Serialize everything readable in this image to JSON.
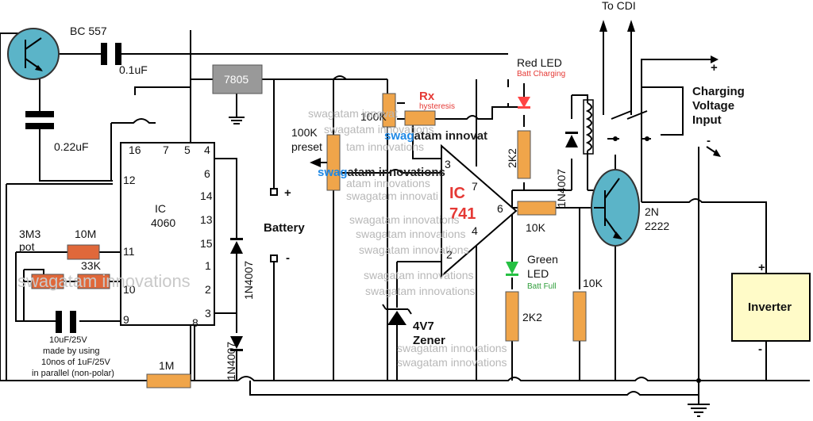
{
  "labels": {
    "transistor1": "BC 557",
    "cap1": "0.1uF",
    "cap2": "0.22uF",
    "regulator": "7805",
    "ic1_name": "IC",
    "ic1_num": "4060",
    "pins_ic1": [
      "16",
      "7",
      "5",
      "4",
      "12",
      "6",
      "14",
      "13",
      "11",
      "15",
      "1",
      "10",
      "2",
      "9",
      "8",
      "3"
    ],
    "pot_label": "3M3",
    "pot_label2": "pot",
    "r10m": "10M",
    "r33k": "33K",
    "cap3_line1": "10uF/25V",
    "cap3_line2": "made by using",
    "cap3_line3": "10nos of 1uF/25V",
    "cap3_line4": "in parallel (non-polar)",
    "r1m": "1M",
    "diode1": "1N4007",
    "diode2": "1N4007",
    "battery": "Battery",
    "plus": "+",
    "minus": "-",
    "preset1": "100K",
    "preset2": "preset",
    "r100k": "100K",
    "rx": "Rx",
    "hysteresis": "hysteresis",
    "ic2_name": "IC",
    "ic2_num": "741",
    "pin3": "3",
    "pin7": "7",
    "pin6": "6",
    "pin4": "4",
    "pin2": "2",
    "zener1": "4V7",
    "zener2": "Zener",
    "red_led": "Red LED",
    "batt_charging": "Batt Charging",
    "r2k2a": "2K2",
    "r2k2b": "2K2",
    "relay_diode": "1N4007",
    "green_led1": "Green",
    "green_led2": "LED",
    "batt_full": "Batt Full",
    "r10k1": "10K",
    "r10k2": "10K",
    "transistor2a": "2N",
    "transistor2b": "2222",
    "to_cdi": "To CDI",
    "charging1": "Charging",
    "charging2": "Voltage",
    "charging3": "Input",
    "inverter": "Inverter",
    "inv_plus": "+",
    "inv_minus": "-"
  },
  "watermark": {
    "swag": "swag",
    "atam_innovat": "atam innovat",
    "atam_innovations": "atam innovations",
    "faint": "swagatam innovations",
    "faint_cut1": "atam innovations",
    "faint_cut2": "tam innovations",
    "faint_cut3": "swagatam innovat",
    "faint_cut4": "swagatam innovati",
    "big": "swagatam innovations"
  }
}
